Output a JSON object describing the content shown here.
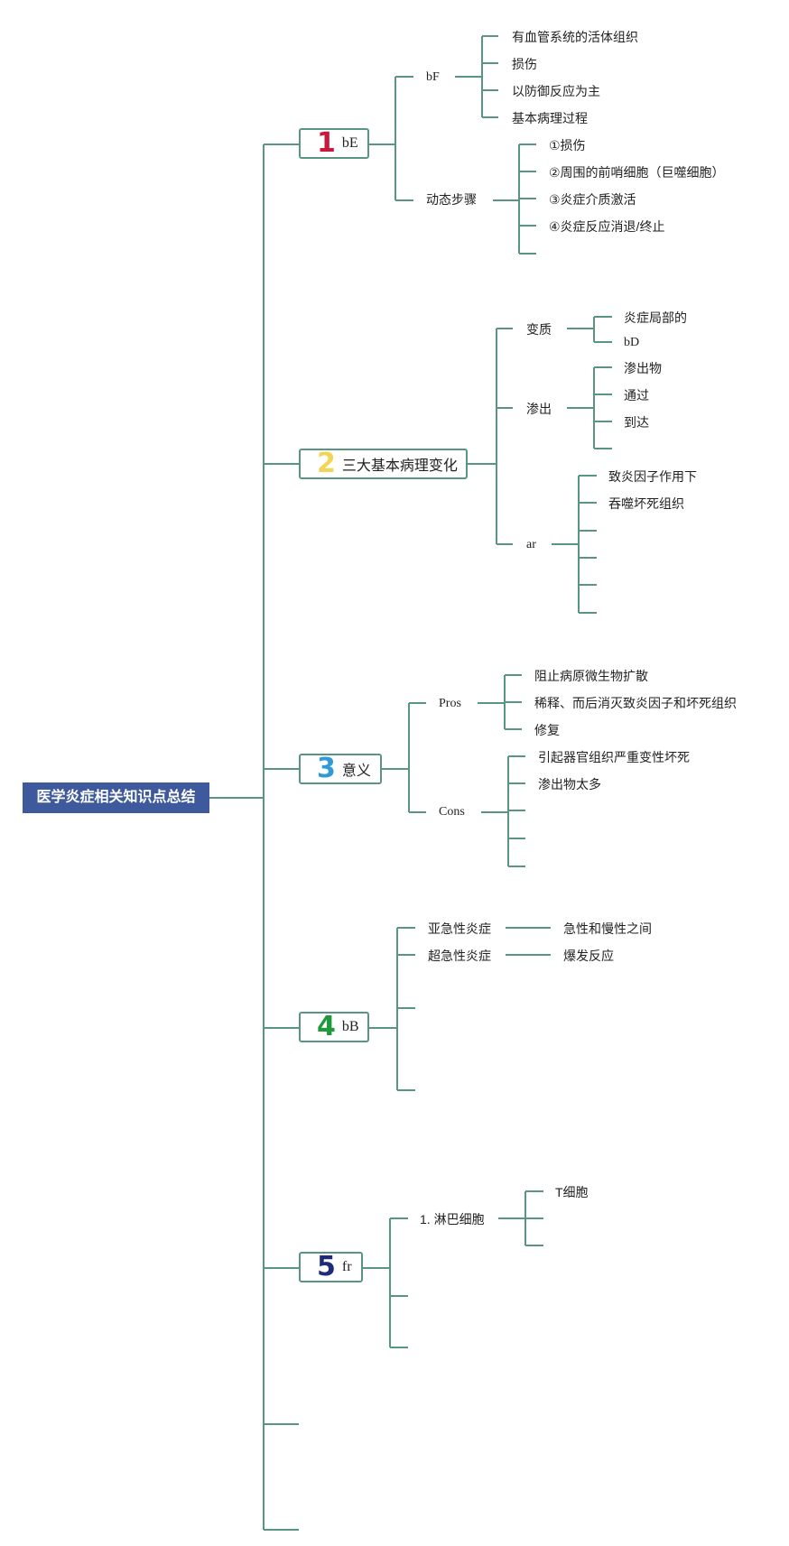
{
  "root": {
    "title": "医学炎症相关知识点总结"
  },
  "colors": {
    "line": "#5a9482",
    "root_bg": "#3f5a9c",
    "num1": "#c8183c",
    "num2": "#f2d555",
    "num3": "#2f9bd6",
    "num4": "#1f9a3a",
    "num5": "#1e2a7a"
  },
  "topics": [
    {
      "num": "1",
      "label": "bE",
      "children": [
        {
          "label": "bF",
          "children": [
            "有血管系统的活体组织",
            "损伤",
            "以防御反应为主",
            "基本病理过程"
          ]
        },
        {
          "label": "动态步骤",
          "children": [
            "①损伤",
            "②周围的前哨细胞（巨噬细胞）",
            "③炎症介质激活",
            "④炎症反应消退/终止",
            ""
          ]
        }
      ]
    },
    {
      "num": "2",
      "label": "三大基本病理变化",
      "children": [
        {
          "label": "变质",
          "children": [
            "炎症局部的",
            "bD"
          ]
        },
        {
          "label": "渗出",
          "children": [
            "渗出物",
            "通过",
            "到达",
            ""
          ]
        },
        {
          "label": "ar",
          "children": [
            "致炎因子作用下",
            "吞噬坏死组织",
            "",
            "",
            "",
            ""
          ]
        }
      ]
    },
    {
      "num": "3",
      "label": "意义",
      "children": [
        {
          "label": "Pros",
          "children": [
            "阻止病原微生物扩散",
            "稀释、而后消灭致炎因子和坏死组织",
            "修复"
          ]
        },
        {
          "label": "Cons",
          "children": [
            "引起器官组织严重变性坏死",
            "渗出物太多",
            "",
            "",
            ""
          ]
        }
      ]
    },
    {
      "num": "4",
      "label": "bB",
      "children": [
        {
          "label": "亚急性炎症",
          "children": [
            "急性和慢性之间"
          ]
        },
        {
          "label": "超急性炎症",
          "children": [
            "爆发反应"
          ]
        },
        {
          "label": "",
          "children": []
        },
        {
          "label": "",
          "children": []
        }
      ]
    },
    {
      "num": "5",
      "label": "fr",
      "children": [
        {
          "label": "1. 淋巴细胞",
          "children": [
            "T细胞",
            "",
            ""
          ]
        },
        {
          "label": "",
          "children": []
        },
        {
          "label": "",
          "children": []
        }
      ]
    },
    {
      "num": "",
      "label": "",
      "children": []
    },
    {
      "num": "",
      "label": "",
      "children": []
    }
  ]
}
